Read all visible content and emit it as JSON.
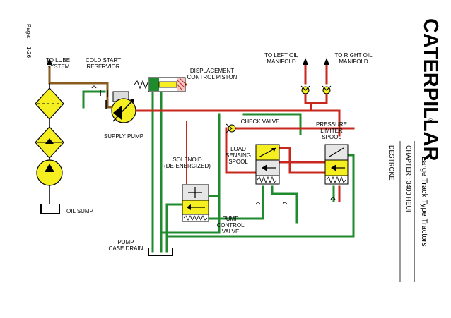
{
  "page": {
    "label": "Page:",
    "number": "1-26"
  },
  "header": {
    "brand": "CATERPILLAR",
    "registered": "®",
    "title": "Large Track Type Tractors",
    "chapter": "CHAPTER :  3400 HEUI",
    "section": "DESTROKE"
  },
  "labels": {
    "to_lube_1": "TO LUBE",
    "to_lube_2": "SYSTEM",
    "cold_start_1": "COLD START",
    "cold_start_2": "RESERVIOR",
    "to_left_1": "TO LEFT OIL",
    "to_left_2": "MANIFOLD",
    "to_right_1": "TO RIGHT OIL",
    "to_right_2": "MANIFOLD",
    "displacement_1": "DISPLACEMENT",
    "displacement_2": "CONTROL PISTON",
    "check_valve": "CHECK VALVE",
    "pressure_1": "PRESSURE",
    "pressure_2": "LIMITER",
    "pressure_3": "SPOOL",
    "supply_pump": "SUPPLY PUMP",
    "solenoid_1": "SOLENOID",
    "solenoid_2": "(DE-ENERGIZED)",
    "load_1": "LOAD",
    "load_2": "SENSING",
    "load_3": "SPOOL",
    "pump_control_1": "PUMP",
    "pump_control_2": "CONTROL",
    "pump_control_3": "VALVE",
    "case_drain_1": "PUMP",
    "case_drain_2": "CASE DRAIN",
    "oil_sump": "OIL SUMP"
  },
  "colors": {
    "pressure_line": "#c8281e",
    "drain_line": "#1f8a2e",
    "lube_line": "#8a5a1e",
    "component_fill": "#f5ef22",
    "outline": "#000000",
    "valve_body": "#e6e6e6"
  }
}
